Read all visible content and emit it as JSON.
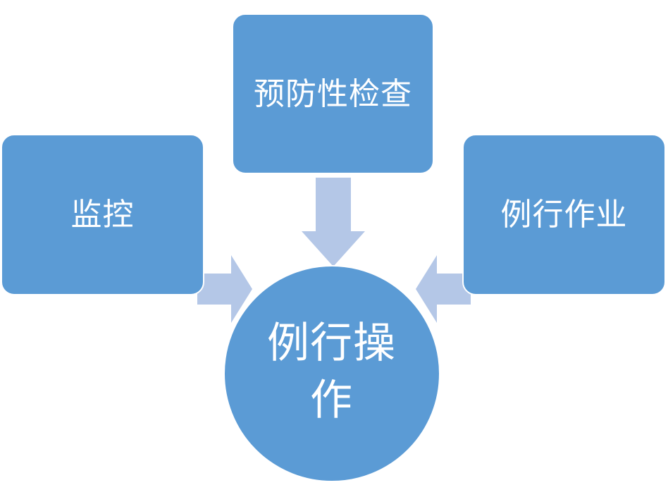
{
  "diagram": {
    "colors": {
      "node_fill": "#5b9bd5",
      "node_stroke": "#ffffff",
      "arrow_fill": "#b4c7e7",
      "text": "#ffffff"
    },
    "nodes": {
      "top": {
        "label": "预防性检查",
        "shape": "rounded-rect"
      },
      "left": {
        "label": "监控",
        "shape": "rounded-rect"
      },
      "right": {
        "label": "例行作业",
        "shape": "rounded-rect"
      },
      "center": {
        "label": "例行操作",
        "shape": "circle"
      }
    },
    "arrows": [
      {
        "from": "top",
        "to": "center"
      },
      {
        "from": "left",
        "to": "center"
      },
      {
        "from": "right",
        "to": "center"
      }
    ]
  }
}
